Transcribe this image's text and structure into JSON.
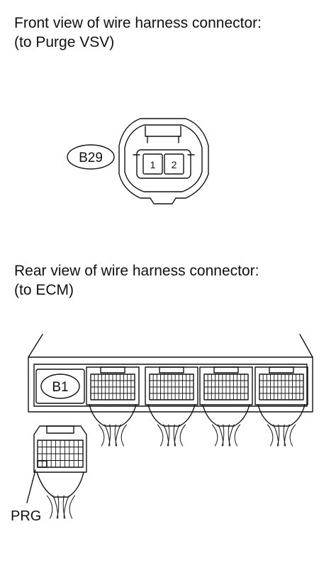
{
  "front_view": {
    "title_line1": "Front view of wire harness connector:",
    "title_line2": "(to Purge VSV)",
    "connector_code": "B29",
    "pins": [
      "1",
      "2"
    ]
  },
  "rear_view": {
    "title_line1": "Rear view of wire harness connector:",
    "title_line2": "(to ECM)",
    "connector_code": "B1",
    "terminal_label": "PRG"
  }
}
